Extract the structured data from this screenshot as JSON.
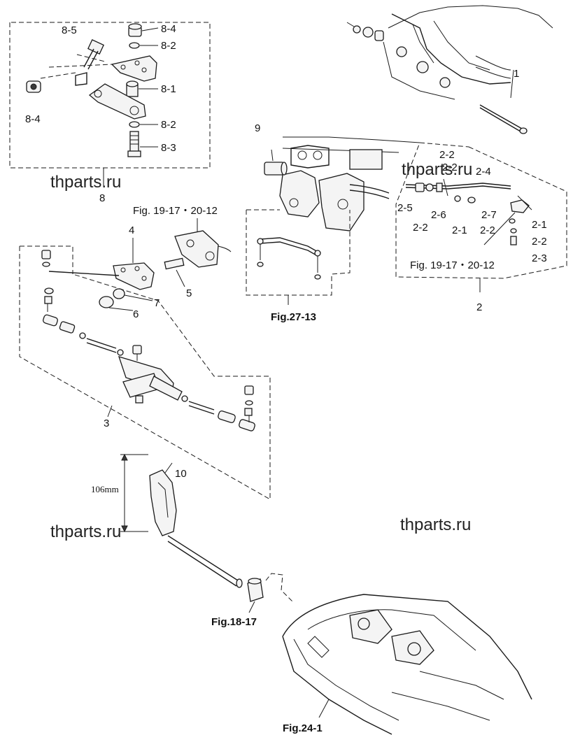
{
  "watermark": "thparts.ru",
  "labels": {
    "p1": "1",
    "p2": "2",
    "p2_1a": "2-1",
    "p2_1b": "2-1",
    "p2_2a": "2-2",
    "p2_2b": "2-2",
    "p2_2c": "2-2",
    "p2_2d": "2-2",
    "p2_3": "2-3",
    "p2_4": "2-4",
    "p2_5": "2-5",
    "p2_6": "2-6",
    "p2_7": "2-7",
    "p3": "3",
    "p4": "4",
    "p5": "5",
    "p6": "6",
    "p7": "7",
    "p8": "8",
    "p8_1": "8-1",
    "p8_2a": "8-2",
    "p8_2b": "8-2",
    "p8_3": "8-3",
    "p8_4a": "8-4",
    "p8_4b": "8-4",
    "p8_5": "8-5",
    "p9": "9",
    "p10": "10"
  },
  "figure_refs": {
    "fig_19_17_left": "Fig. 19-17・20-12",
    "fig_19_17_right": "Fig. 19-17・20-12",
    "fig_27_13": "Fig.27-13",
    "fig_18_17": "Fig.18-17",
    "fig_24_1": "Fig.24-1"
  },
  "dimension": "106mm"
}
